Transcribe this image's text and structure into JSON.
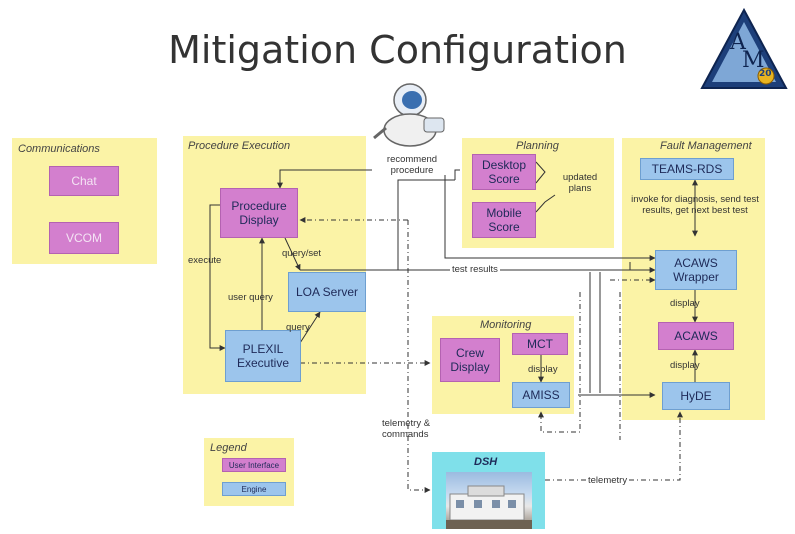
{
  "title": "Mitigation Configuration",
  "logo": {
    "letters": [
      "A",
      "M",
      "20"
    ],
    "name": "triangle-logo"
  },
  "panels": {
    "communications": "Communications",
    "procedure_execution": "Procedure Execution",
    "planning": "Planning",
    "fault_management": "Fault Management",
    "monitoring": "Monitoring",
    "legend": "Legend",
    "dsh": "DSH"
  },
  "boxes": {
    "chat": "Chat",
    "vcom": "VCOM",
    "procedure_display": "Procedure Display",
    "loa_server": "LOA Server",
    "plexil_executive": "PLEXIL Executive",
    "desktop_score": "Desktop Score",
    "mobile_score": "Mobile Score",
    "teams_rds": "TEAMS-RDS",
    "acaws_wrapper": "ACAWS Wrapper",
    "acaws": "ACAWS",
    "hyde": "HyDE",
    "crew_display": "Crew Display",
    "mct": "MCT",
    "amiss": "AMISS"
  },
  "legend": {
    "user_interface": "User Interface",
    "engine": "Engine"
  },
  "labels": {
    "recommend_procedure": "recommend procedure",
    "updated_plans": "updated plans",
    "invoke": "invoke for diagnosis, send test results, get next best test",
    "test_results": "test results",
    "execute": "execute",
    "query_set": "query/set",
    "user_query": "user query",
    "query": "query",
    "display_1": "display",
    "display_2": "display",
    "display_3": "display",
    "telemetry_commands": "telemetry & commands",
    "telemetry": "telemetry"
  },
  "colors": {
    "panel": "#fbf3a6",
    "user_interface": "#d37fce",
    "engine": "#9cc5ec",
    "dsh": "#7fe0ea"
  }
}
